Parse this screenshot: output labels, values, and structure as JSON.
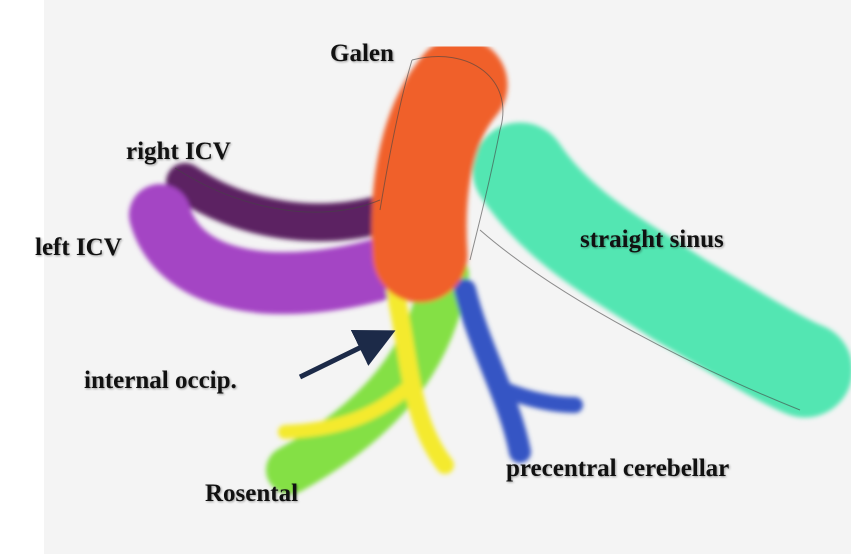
{
  "labels": {
    "galen": "Galen",
    "right_icv": "right ICV",
    "left_icv": "left ICV",
    "straight_sinus": "straight sinus",
    "internal_occip": "internal occip.",
    "rosental": "Rosental",
    "precentral_cerebellar": "precentral cerebellar"
  },
  "colors": {
    "galen": "#f0602c",
    "right_icv": "#5c2462",
    "left_icv": "#a444c4",
    "straight_sinus": "#52e6b2",
    "rosental": "#84e044",
    "internal_occip": "#f4ea2e",
    "precentral_cerebellar": "#3454c4",
    "arrow": "#1c2a48"
  }
}
